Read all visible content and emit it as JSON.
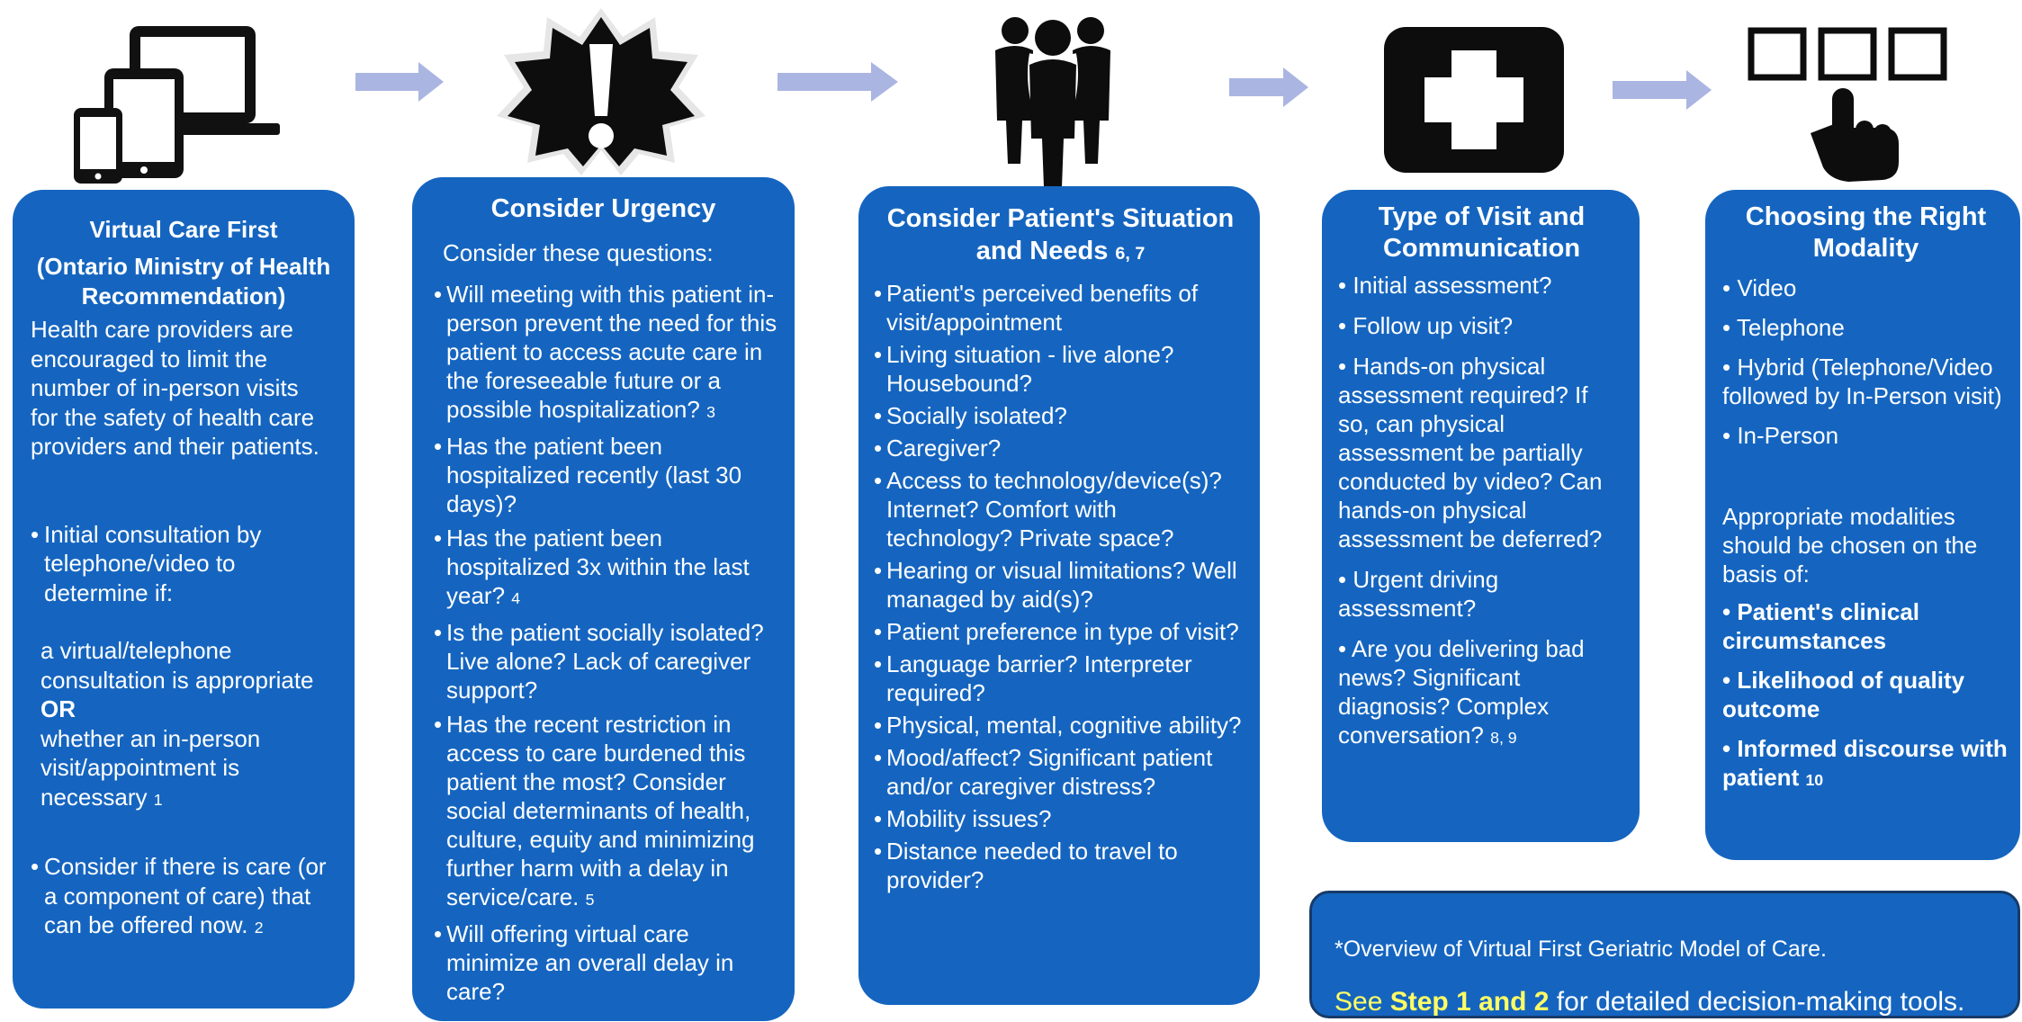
{
  "colors": {
    "box": "#1565c0",
    "arrow": "#aab5e2",
    "highlight": "#ffff66",
    "note_border": "#173a68"
  },
  "icons": [
    "devices-icon",
    "exclamation-burst-icon",
    "people-group-icon",
    "medical-cross-icon",
    "hand-choice-icon"
  ],
  "steps": [
    {
      "title": "Virtual Care First",
      "subtitle": "(Ontario Ministry of Health Recommendation)",
      "intro": "Health care providers are encouraged to limit the number of in-person visits for the safety of health care providers and their patients.",
      "bullet1": "Initial consultation by telephone/video to determine if:",
      "option1": "a virtual/telephone consultation is appropriate",
      "or": "OR",
      "option2": "whether an in-person visit/appointment is necessary",
      "option2_ref": "1",
      "bullet2": "Consider if there is care (or a component of care) that can be offered now.",
      "bullet2_ref": "2"
    },
    {
      "title": "Consider Urgency",
      "lead": "Consider these questions:",
      "items": [
        {
          "text": "Will meeting with this patient in-person prevent the need for this patient to access acute care in the foreseeable future or a possible hospitalization?",
          "ref": "3"
        },
        {
          "text": "Has the patient been hospitalized recently (last 30 days)?",
          "ref": ""
        },
        {
          "text": "Has the patient been hospitalized 3x within the last year?",
          "ref": "4"
        },
        {
          "text": "Is the patient socially isolated? Live alone?  Lack of  caregiver support?",
          "ref": ""
        },
        {
          "text": "Has the recent restriction in access to care burdened this patient the most?  Consider social determinants of health, culture, equity and minimizing further harm with a delay in service/care.",
          "ref": "5"
        },
        {
          "text": "Will offering virtual care minimize an overall delay in care?",
          "ref": ""
        }
      ]
    },
    {
      "title": "Consider Patient's Situation and Needs",
      "title_ref": "6, 7",
      "items": [
        "Patient's perceived benefits of visit/appointment",
        "Living situation - live alone? Housebound?",
        "Socially isolated?",
        "Caregiver?",
        "Access to technology/device(s)? Internet?  Comfort with technology?  Private space?",
        "Hearing or visual limitations? Well managed by aid(s)?",
        "Patient preference in type of visit?",
        "Language barrier? Interpreter required?",
        "Physical, mental, cognitive ability?",
        "Mood/affect? Significant patient and/or caregiver distress?",
        "Mobility issues?",
        "Distance needed to travel to provider?"
      ]
    },
    {
      "title": "Type of Visit and Communication",
      "items": [
        {
          "text": "• Initial assessment?",
          "ref": ""
        },
        {
          "text": "• Follow up visit?",
          "ref": ""
        },
        {
          "text": "• Hands-on physical assessment required? If so, can physical assessment be partially conducted by video?  Can hands-on physical assessment be deferred?",
          "ref": ""
        },
        {
          "text": "• Urgent driving assessment?",
          "ref": ""
        },
        {
          "text": "• Are you delivering bad news?  Significant diagnosis? Complex conversation?",
          "ref": "8, 9"
        }
      ]
    },
    {
      "title": "Choosing the Right Modality",
      "items": [
        "• Video",
        "• Telephone",
        "• Hybrid (Telephone/Video followed by In-Person visit)",
        "• In-Person"
      ],
      "basis_intro": "Appropriate modalities should be chosen on the basis of:",
      "basis": [
        {
          "text": "• Patient's clinical circumstances",
          "ref": ""
        },
        {
          "text": "• Likelihood of quality outcome",
          "ref": ""
        },
        {
          "text": "• Informed discourse with patient",
          "ref": "10"
        }
      ]
    }
  ],
  "note": {
    "line1": "*Overview of Virtual First Geriatric Model of Care.",
    "see": "See ",
    "steps": "Step 1 and 2",
    "rest": " for detailed decision-making tools."
  }
}
